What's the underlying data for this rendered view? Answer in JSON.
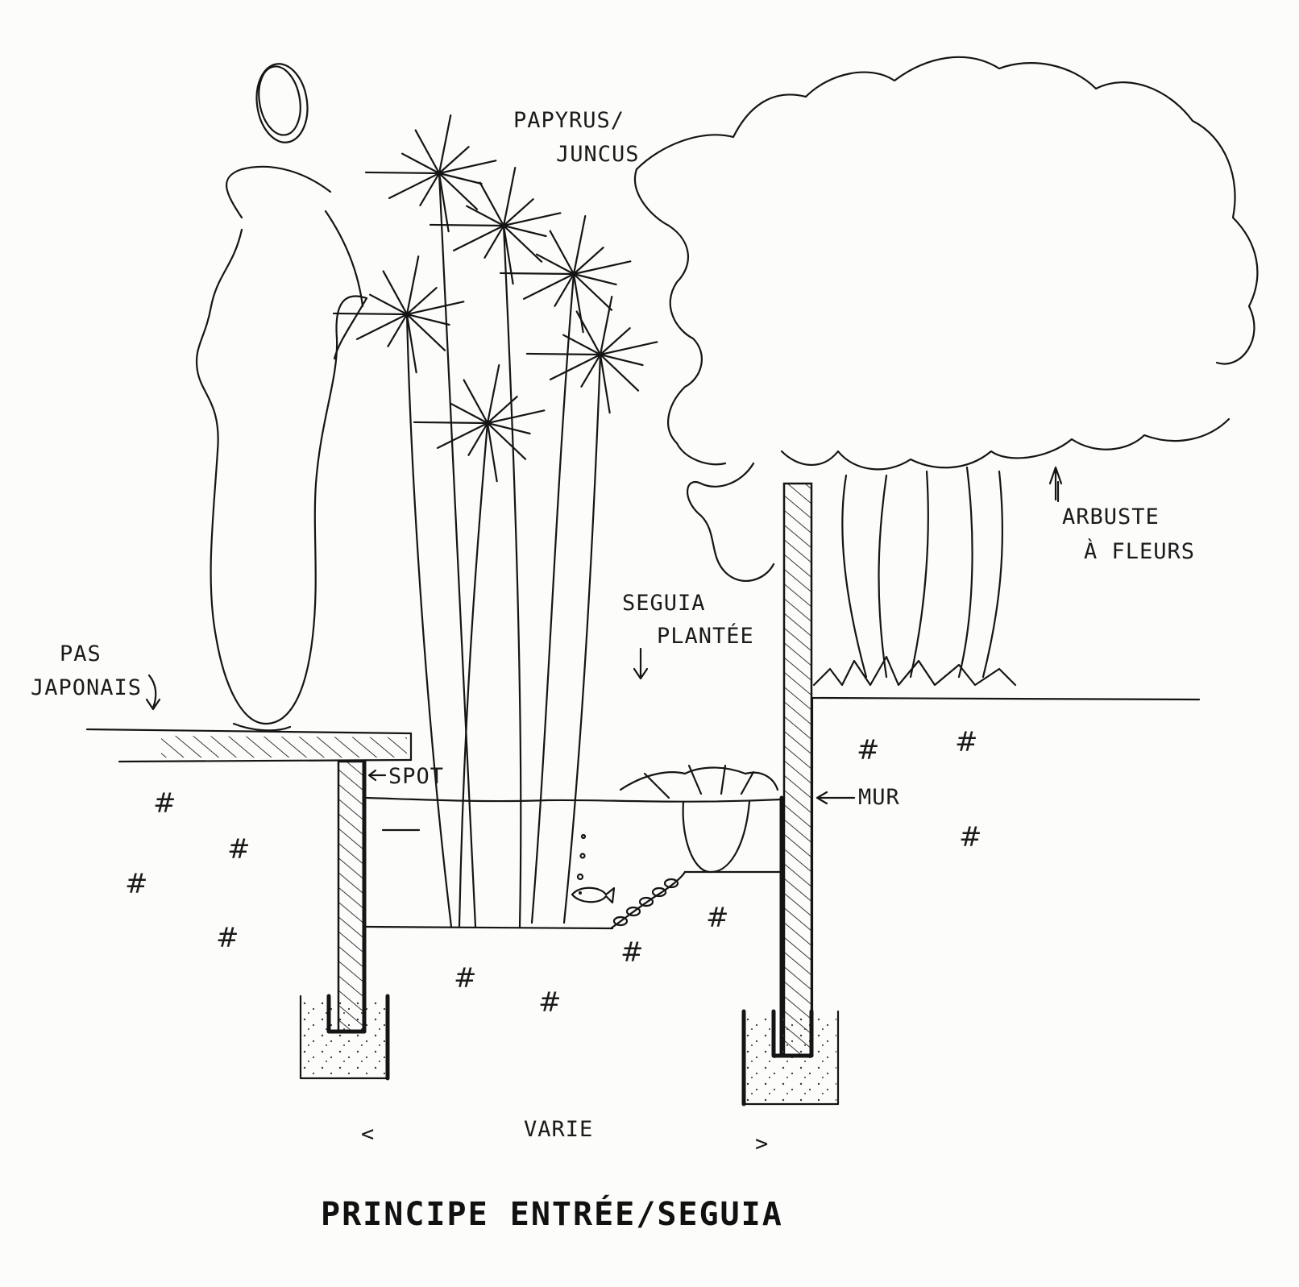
{
  "title": "PRINCIPE ENTRÉE/SEGUIA",
  "labels": {
    "papyrus_line1": "PAPYRUS/",
    "papyrus_line2": "JUNCUS",
    "arbuste_line1": "ARBUSTE",
    "arbuste_line2": "À FLEURS",
    "seguia_line1": "SEGUIA",
    "seguia_line2": "PLANTÉE",
    "pas_line1": "PAS",
    "pas_line2": "JAPONAIS",
    "spot": "SPOT",
    "mur": "MUR",
    "varie": "VARIE",
    "varie_left": "<",
    "varie_right": ">"
  },
  "soil_mark": "#",
  "ink_color": "#151515",
  "paper_color": "#fcfcfb"
}
